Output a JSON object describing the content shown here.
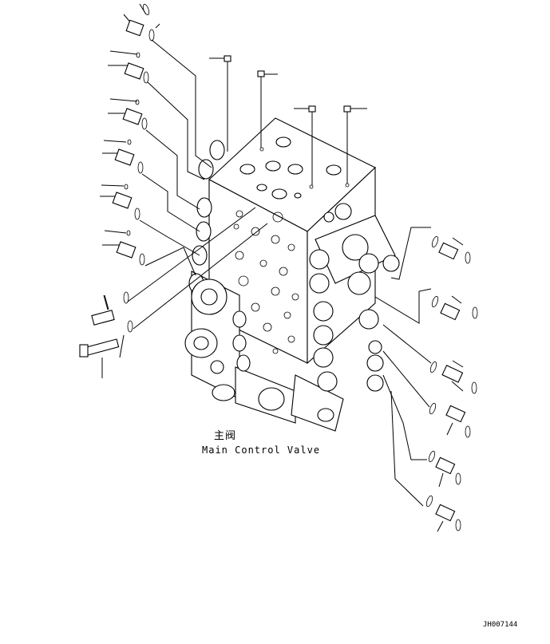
{
  "labels": {
    "title_cn": "主阀",
    "title_en": "Main Control Valve",
    "drawing_number": "JH007144"
  },
  "colors": {
    "line": "#000000",
    "background": "#ffffff"
  }
}
